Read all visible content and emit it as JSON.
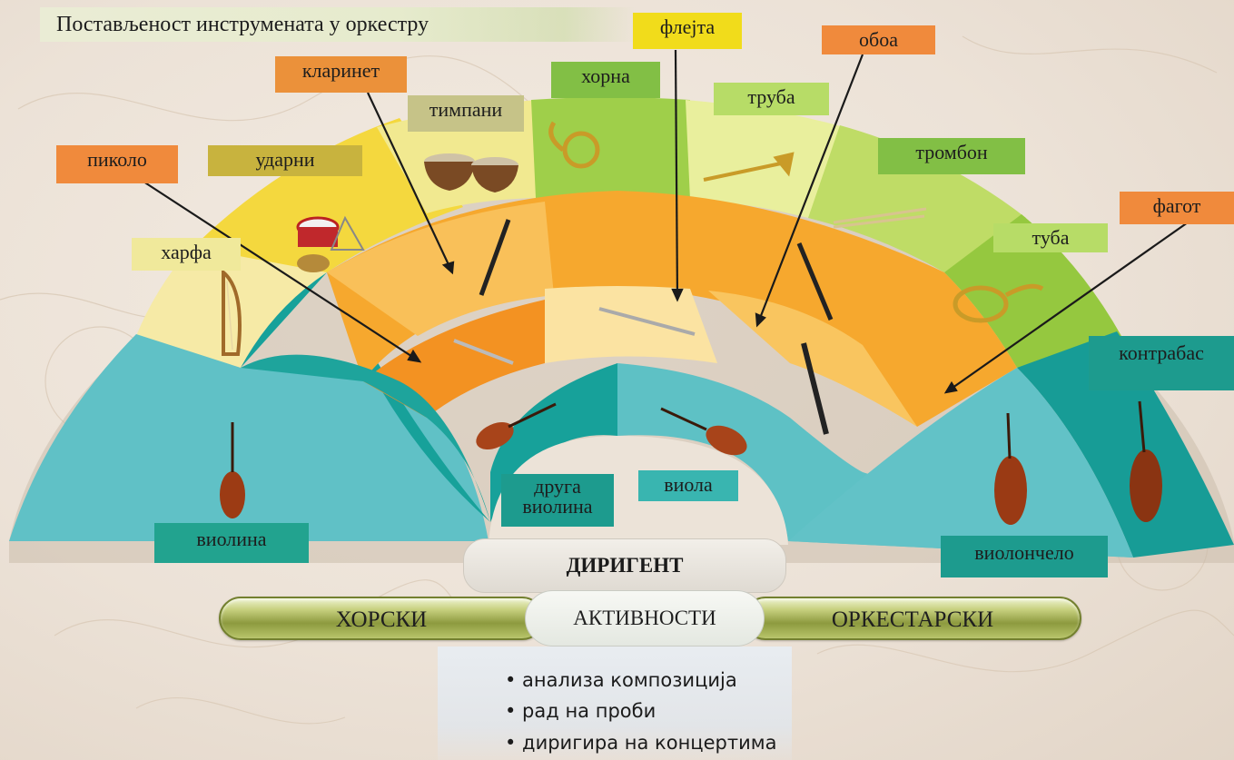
{
  "title": "Постављеност инструмената у оркестру",
  "labels": {
    "flute": "флејта",
    "oboe": "обоа",
    "clarinet": "кларинет",
    "horn": "хорна",
    "timpani": "тимпани",
    "trumpet": "труба",
    "piccolo": "пиколо",
    "percussion": "ударни",
    "trombone": "тромбон",
    "bassoon": "фагот",
    "harp": "харфа",
    "tuba": "туба",
    "double_bass": "контрабас",
    "second_violin_line1": "друга",
    "second_violin_line2": "виолина",
    "viola": "виола",
    "violin": "виолина",
    "cello": "виолончело"
  },
  "conductor": "ДИРИГЕНТ",
  "pills": {
    "left": "ХОРСКИ",
    "center": "АКТИВНОСТИ",
    "right": "ОРКЕСТАРСКИ"
  },
  "activities": [
    "• анализа композиција",
    "• рад на проби",
    "• диригира на концертима"
  ],
  "colors": {
    "strings_light": "#62c3c7",
    "strings_dark": "#1aa19b",
    "woodwind_orange": "#f28b1b",
    "woodwind_light": "#f8bf55",
    "woodwind_center": "#fbe3a0",
    "brass_green": "#9acd3c",
    "brass_light": "#cde36f",
    "percussion_yellow": "#f2d53c",
    "harp_cream": "#f6eaa0",
    "label_orange": "#f08a3c",
    "label_green": "#82bf45",
    "label_lightgreen": "#b7dc67",
    "label_olive": "#c8b33e",
    "label_teal": "#1d9b8e",
    "label_lightteal": "#39b5b0",
    "label_yellow": "#f1dc1b",
    "label_cream": "#f0e99b"
  }
}
